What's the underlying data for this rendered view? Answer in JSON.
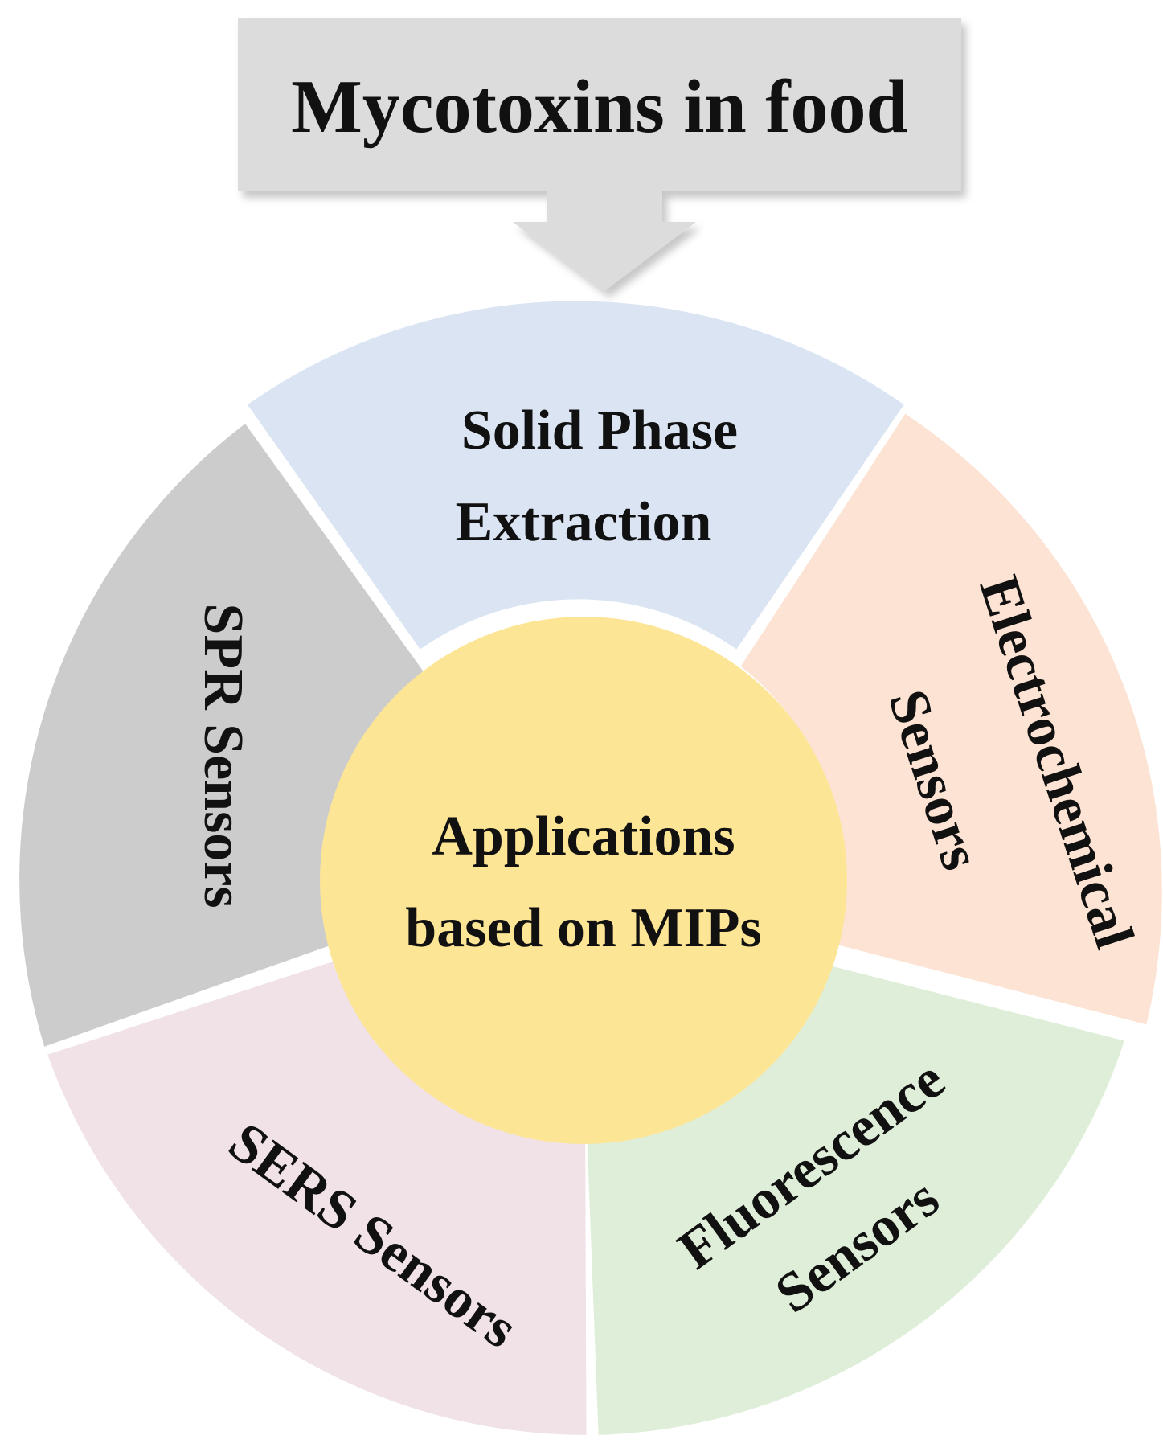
{
  "header": {
    "title": "Mycotoxins in food"
  },
  "center": {
    "line1": "Applications",
    "line2": "based on MIPs"
  },
  "segments": [
    {
      "id": "spe",
      "line1": "Solid Phase",
      "line2": "Extraction",
      "color": "#dae4f3"
    },
    {
      "id": "electrochemical",
      "line1": "Electrochemical",
      "line2": "Sensors",
      "color": "#fde3d3"
    },
    {
      "id": "fluorescence",
      "line1": "Fluorescence",
      "line2": "Sensors",
      "color": "#dfeed8"
    },
    {
      "id": "sers",
      "line1": "SERS Sensors",
      "line2": "",
      "color": "#f0e2e6"
    },
    {
      "id": "spr",
      "line1": "SPR Sensors",
      "line2": "",
      "color": "#cccccc"
    }
  ],
  "colors": {
    "header_box": "#dcdcdc",
    "center_circle": "#fde596",
    "text": "#111111"
  }
}
